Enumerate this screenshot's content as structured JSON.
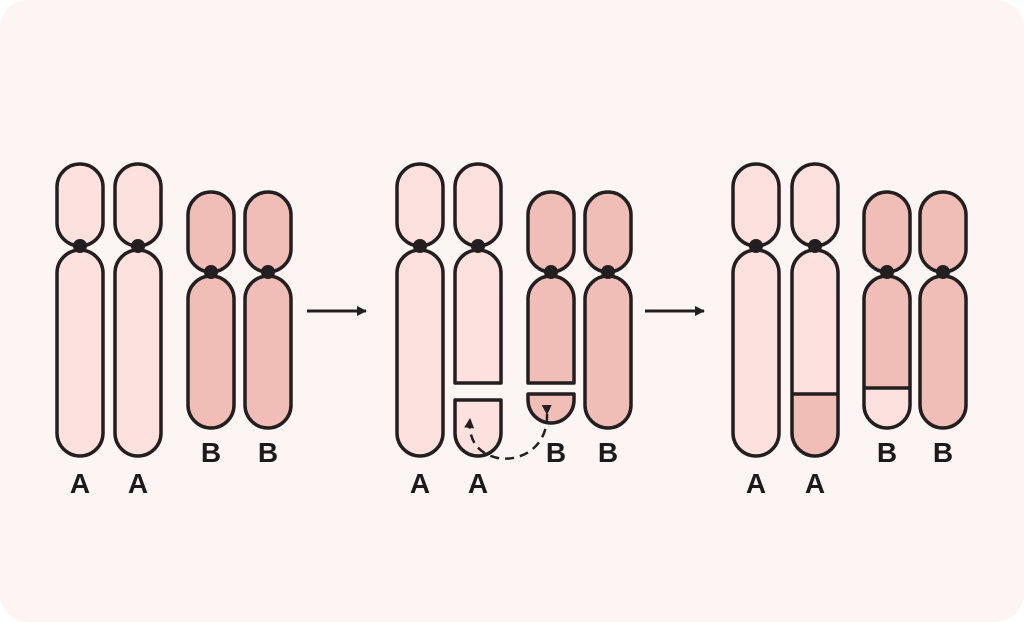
{
  "colors": {
    "panel": "#fdf5f3",
    "light_pink": "#fde1df",
    "dark_pink": "#f0beb6",
    "stroke": "#231f20"
  },
  "labels": {
    "a": "A",
    "b": "B"
  },
  "stages": [
    {
      "name": "before-translocation",
      "labels": [
        "A",
        "A",
        "B",
        "B"
      ]
    },
    {
      "name": "break-and-exchange",
      "labels": [
        "A",
        "A",
        "B",
        "B"
      ]
    },
    {
      "name": "after-translocation",
      "labels": [
        "A",
        "A",
        "B",
        "B"
      ]
    }
  ],
  "arrows": [
    {
      "icon": "arrow-right-icon"
    },
    {
      "icon": "arrow-right-icon"
    }
  ]
}
